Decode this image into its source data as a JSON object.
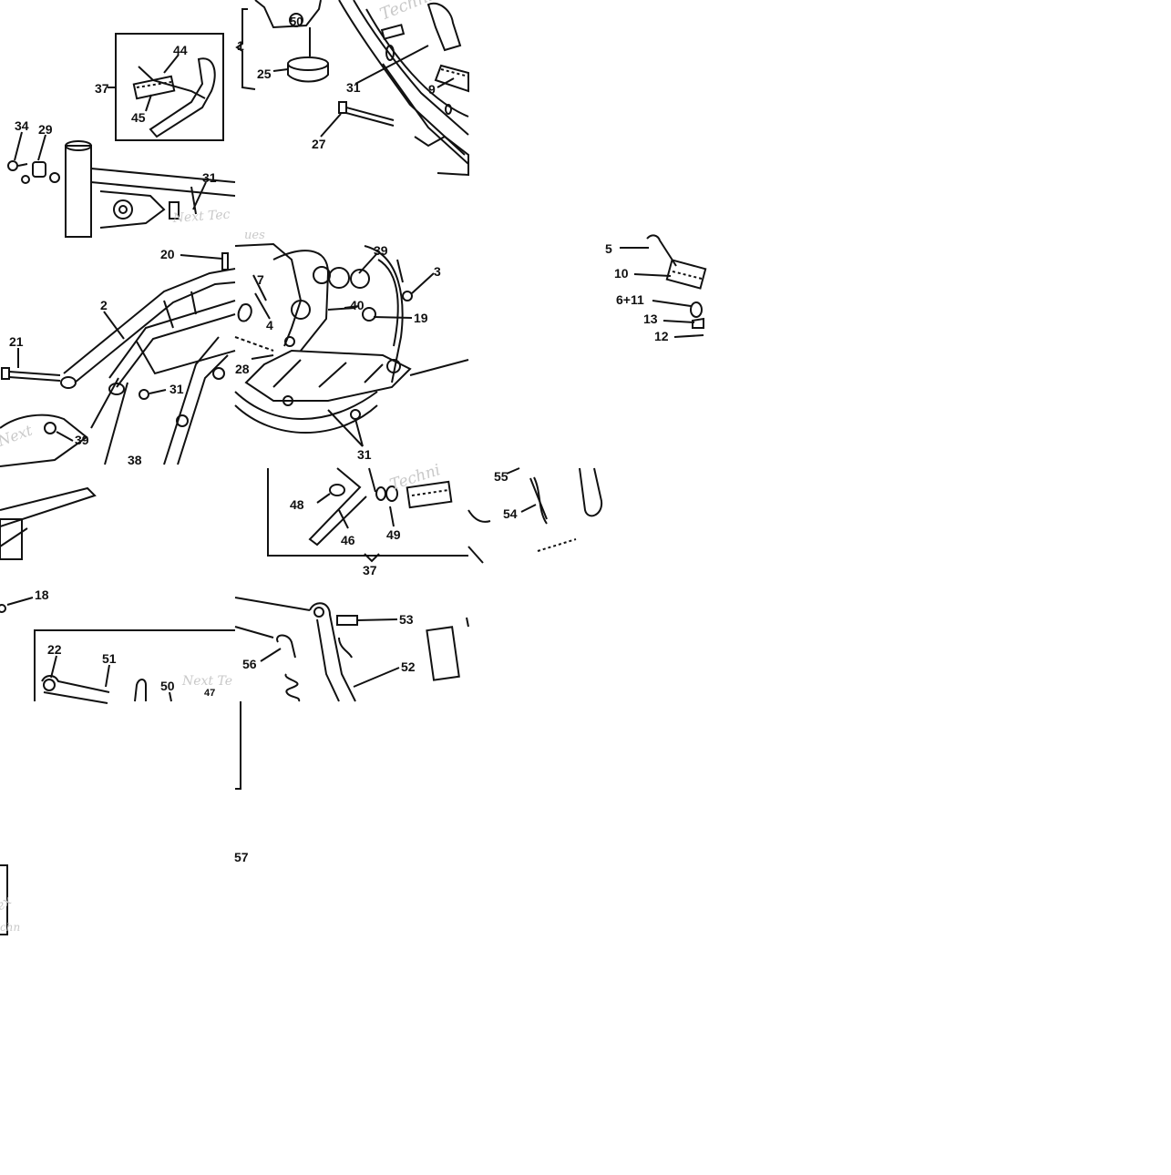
{
  "diagram": {
    "callouts": [
      {
        "id": "c-50a",
        "text": "50"
      },
      {
        "id": "c-1",
        "text": "1"
      },
      {
        "id": "c-25",
        "text": "25"
      },
      {
        "id": "c-31a",
        "text": "31"
      },
      {
        "id": "c-9",
        "text": "9"
      },
      {
        "id": "c-27",
        "text": "27"
      },
      {
        "id": "c-44",
        "text": "44"
      },
      {
        "id": "c-37a",
        "text": "37"
      },
      {
        "id": "c-45",
        "text": "45"
      },
      {
        "id": "c-34",
        "text": "34"
      },
      {
        "id": "c-29",
        "text": "29"
      },
      {
        "id": "c-31b",
        "text": "31"
      },
      {
        "id": "c-20",
        "text": "20"
      },
      {
        "id": "c-7",
        "text": "7"
      },
      {
        "id": "c-4",
        "text": "4"
      },
      {
        "id": "c-2",
        "text": "2"
      },
      {
        "id": "c-21",
        "text": "21"
      },
      {
        "id": "c-31c",
        "text": "31"
      },
      {
        "id": "c-28",
        "text": "28"
      },
      {
        "id": "c-39a",
        "text": "39"
      },
      {
        "id": "c-38",
        "text": "38"
      },
      {
        "id": "c-39b",
        "text": "39"
      },
      {
        "id": "c-40",
        "text": "40"
      },
      {
        "id": "c-3",
        "text": "3"
      },
      {
        "id": "c-19",
        "text": "19"
      },
      {
        "id": "c-31d",
        "text": "31"
      },
      {
        "id": "c-5",
        "text": "5"
      },
      {
        "id": "c-10",
        "text": "10"
      },
      {
        "id": "c-6-11",
        "text": "6+11"
      },
      {
        "id": "c-13",
        "text": "13"
      },
      {
        "id": "c-12",
        "text": "12"
      },
      {
        "id": "c-48",
        "text": "48"
      },
      {
        "id": "c-46",
        "text": "46"
      },
      {
        "id": "c-49",
        "text": "49"
      },
      {
        "id": "c-37b",
        "text": "37"
      },
      {
        "id": "c-55",
        "text": "55"
      },
      {
        "id": "c-54",
        "text": "54"
      },
      {
        "id": "c-18",
        "text": "18"
      },
      {
        "id": "c-22",
        "text": "22"
      },
      {
        "id": "c-51",
        "text": "51"
      },
      {
        "id": "c-50b",
        "text": "50"
      },
      {
        "id": "c-47",
        "text": "47"
      },
      {
        "id": "c-53",
        "text": "53"
      },
      {
        "id": "c-56",
        "text": "56"
      },
      {
        "id": "c-52",
        "text": "52"
      },
      {
        "id": "c-57",
        "text": "57"
      }
    ]
  }
}
